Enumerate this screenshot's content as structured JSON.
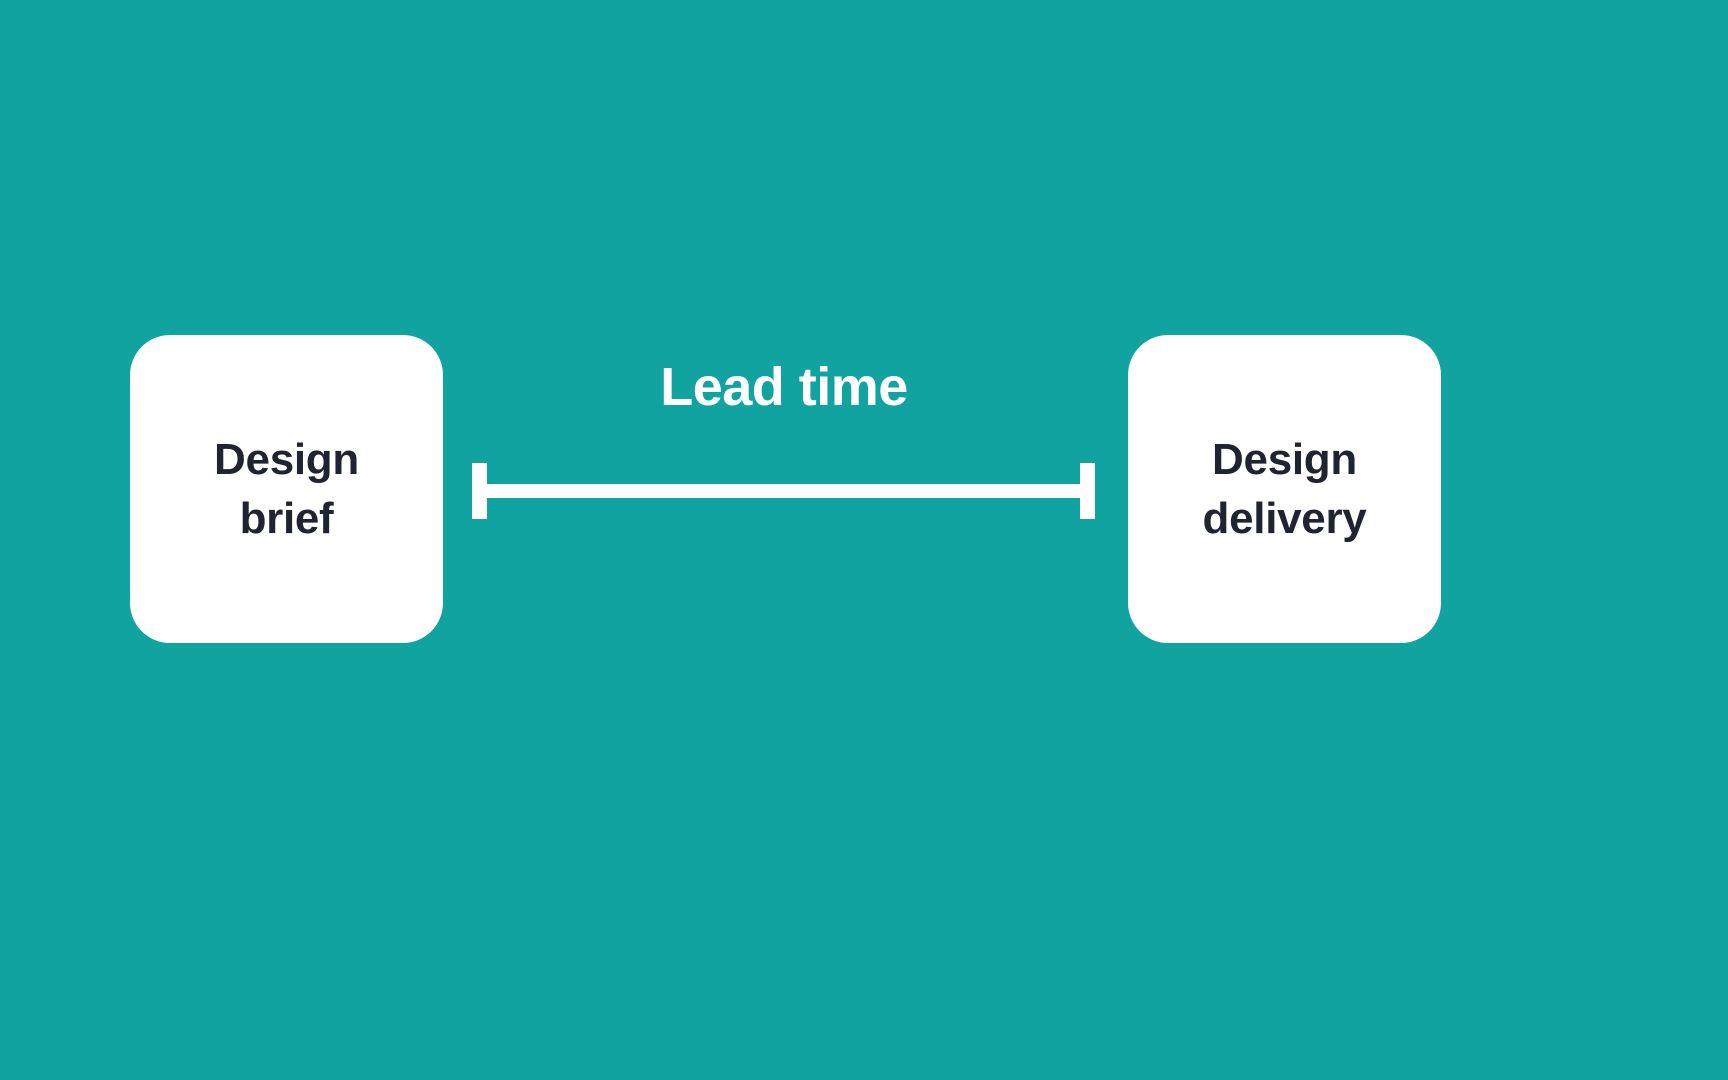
{
  "diagram": {
    "title_visible": false,
    "background_color": "#11a3a0",
    "surface_color": "#ffffff",
    "text_on_surface_color": "#1f2430",
    "text_on_background_color": "#ffffff",
    "nodes": [
      {
        "id": "design-brief",
        "label": "Design\nbrief",
        "position": "left"
      },
      {
        "id": "design-delivery",
        "label": "Design\ndelivery",
        "position": "right"
      }
    ],
    "measure": {
      "label": "Lead time",
      "from": "design-brief",
      "to": "design-delivery",
      "style": "double-ended-bar"
    }
  }
}
